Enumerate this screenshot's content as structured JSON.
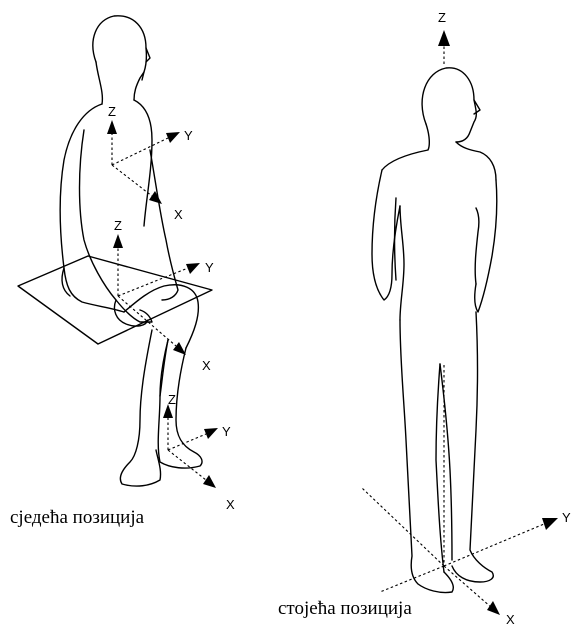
{
  "captions": {
    "sitting": "сједећа позиција",
    "standing": "стојећа позиција"
  },
  "axes": {
    "x": "X",
    "y": "Y",
    "z": "Z"
  }
}
